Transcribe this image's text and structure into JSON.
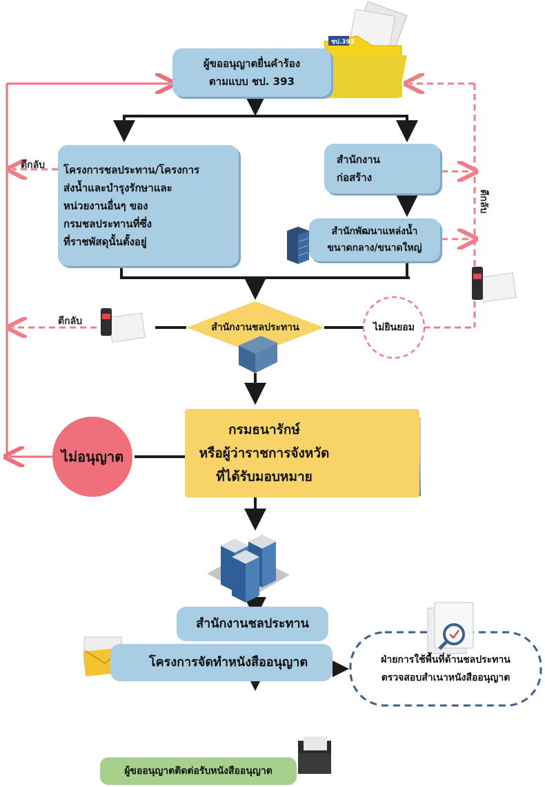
{
  "nodes": {
    "applicant_submit": {
      "line1": "ผู้ขออนุญาตยื่นคำร้อง",
      "line2": "ตามแบบ ชป. 393"
    },
    "form_tag": "ชป.393",
    "regional_projects": {
      "line1": "โครงการชลประทาน/โครงการ",
      "line2": "ส่งน้ำและบำรุงรักษาและ",
      "line3": "หน่วยงานอื่นๆ ของ",
      "line4": "กรมชลประทานที่ซึ่ง",
      "line5": "ที่ราชพัสดุนั้นตั้งอยู่"
    },
    "construction_office": {
      "line1": "สำนักงาน",
      "line2": "ก่อสร้าง"
    },
    "water_dev_office": {
      "line1": "สำนักพัฒนาแหล่งน้ำ",
      "line2": "ขนาดกลาง/ขนาดใหญ่"
    },
    "irrigation_office_decision": "สำนักงานชลประทาน",
    "not_consent": "ไม่ยินยอม",
    "treasury": {
      "line1": "กรมธนารักษ์",
      "line2": "หรือผู้ว่าราชการจังหวัด",
      "line3": "ที่ได้รับมอบหมาย"
    },
    "not_permit": "ไม่อนุญาต",
    "irrigation_office": "สำนักงานชลประทาน",
    "permit_project": "โครงการจัดทำหนังสืออนุญาต",
    "area_use_section": {
      "line1": "ฝ่ายการใช้พื้นที่ด้านชลประทาน",
      "line2": "ตรวจสอบสำเนาหนังสืออนุญาต"
    },
    "applicant_receive": "ผู้ขออนุญาตติดต่อรับหนังสืออนุญาต"
  },
  "labels": {
    "return_left_top": "ตีกลับ",
    "return_left_mid": "ตีกลับ",
    "return_right": "ตีกลับ"
  },
  "colors": {
    "blue_box": "#a9cde3",
    "yellow": "#f8d468",
    "red": "#ef6f7b",
    "dashed_red": "#ef7f87",
    "green": "#a8d08d",
    "navy_dash": "#3a5f8f"
  }
}
